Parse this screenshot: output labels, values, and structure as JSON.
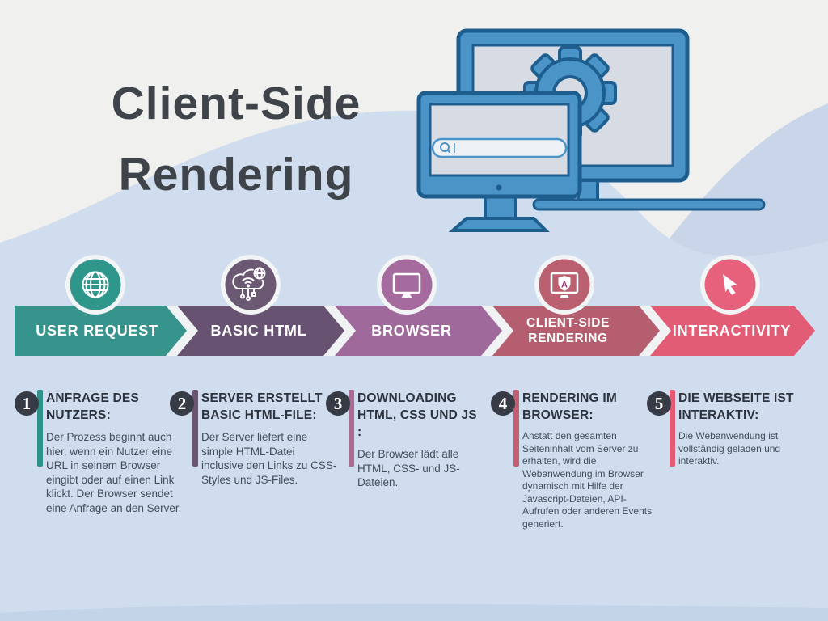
{
  "title": {
    "line1": "Client-Side",
    "line2": "Rendering"
  },
  "colors": {
    "background_top": "#f0f0ee",
    "background_wave": "#cfddee",
    "background_wave_right": "#c9d6ea",
    "background_wave_bottom": "#c3d3e8",
    "title_text": "#3f444b",
    "number_badge": "#363b45",
    "monitor_blue": "#4a94c8",
    "monitor_outline": "#1d5e8e",
    "screen_gray": "#d7dce4",
    "arrow_gap": "#f1f2f3"
  },
  "illustration": {
    "icons": [
      "back-monitor-icon",
      "gear-icon",
      "front-monitor-icon",
      "search-bar",
      "magnifier-icon",
      "text-caret"
    ]
  },
  "process": {
    "steps": [
      {
        "number": "1",
        "label": "USER REQUEST",
        "icon": "globe-icon",
        "arrow_color": "#37948c",
        "circle_color": "#2f968c",
        "bar_color": "#2e9189",
        "heading": "ANFRAGE DES NUTZERS:",
        "body": "Der Prozess beginnt auch hier, wenn ein Nutzer eine URL in seinem Browser eingibt oder auf einen Link klickt. Der Browser sendet eine Anfrage an den Server."
      },
      {
        "number": "2",
        "label": "BASIC HTML",
        "icon": "cloud-network-icon",
        "arrow_color": "#675371",
        "circle_color": "#6b5873",
        "bar_color": "#6b5671",
        "heading": "SERVER ERSTELLT BASIC HTML-FILE:",
        "body": "Der Server liefert eine simple HTML-Datei inclusive den Links zu CSS-Styles und JS-Files."
      },
      {
        "number": "3",
        "label": "BROWSER",
        "icon": "monitor-icon",
        "arrow_color": "#a0699b",
        "circle_color": "#a56b9e",
        "bar_color": "#ab6b92",
        "heading": "DOWNLOADING HTML, CSS UND JS :",
        "body": "Der Browser lädt alle HTML, CSS- und JS-Dateien."
      },
      {
        "number": "4",
        "label": "CLIENT-SIDE RENDERING",
        "icon": "rendering-monitor-icon",
        "arrow_color": "#b55e70",
        "circle_color": "#bb6070",
        "bar_color": "#c25f70",
        "heading": "RENDERING IM BROWSER:",
        "body": "Anstatt den gesamten Seiteninhalt vom Server zu erhalten, wird die Webanwendung im Browser dynamisch mit Hilfe der Javascript-Dateien, API-Aufrufen oder anderen Events generiert."
      },
      {
        "number": "5",
        "label": "INTERACTIVITY",
        "icon": "cursor-icon",
        "arrow_color": "#e25c76",
        "circle_color": "#e8617c",
        "bar_color": "#e25c76",
        "heading": "DIE WEBSEITE IST INTERAKTIV:",
        "body": "Die Webanwendung ist vollständig geladen und interaktiv."
      }
    ]
  }
}
